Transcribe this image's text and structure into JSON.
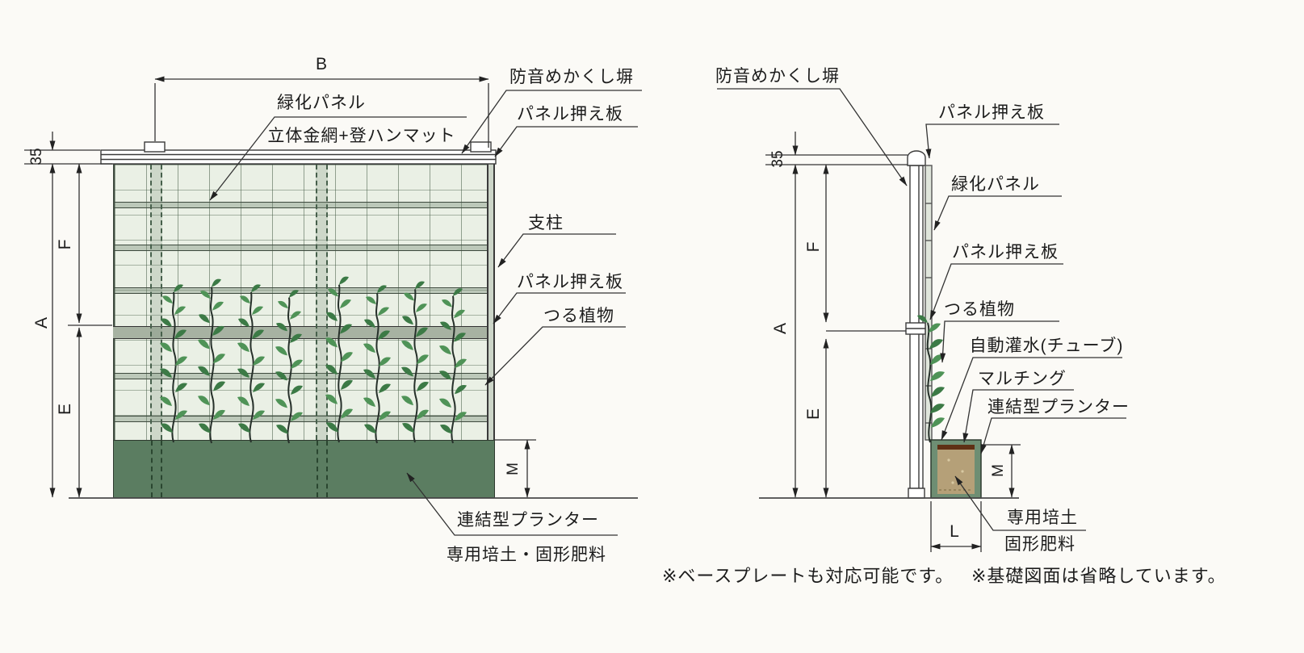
{
  "drawing": {
    "front_view": {
      "dims": {
        "width": "B",
        "offset_top": "35",
        "height_total": "A",
        "height_upper": "F",
        "height_lower": "E",
        "planter_height": "M"
      },
      "labels": {
        "green_panel": "緑化パネル",
        "mesh_mat": "立体金網+登ハンマット",
        "soundproof_fence": "防音めかくし塀",
        "panel_plate_top": "パネル押え板",
        "post": "支柱",
        "panel_plate_mid": "パネル押え板",
        "vine": "つる植物",
        "planter": "連結型プランター",
        "soil_fertilizer": "専用培土・固形肥料"
      }
    },
    "side_view": {
      "dims": {
        "offset_top": "35",
        "height_total": "A",
        "height_upper": "F",
        "height_lower": "E",
        "planter_height": "M",
        "planter_width": "L"
      },
      "labels": {
        "soundproof_fence": "防音めかくし塀",
        "panel_plate_top": "パネル押え板",
        "green_panel": "緑化パネル",
        "panel_plate_mid": "パネル押え板",
        "vine": "つる植物",
        "irrigation": "自動灌水(チューブ)",
        "mulching": "マルチング",
        "planter": "連結型プランター",
        "soil": "専用培土",
        "fertilizer": "固形肥料"
      }
    },
    "notes": {
      "note_baseplate": "※ベースプレートも対応可能です。",
      "note_foundation": "※基礎図面は省略しています。"
    },
    "colors": {
      "panel_fill": "#eaf0e5",
      "grid_line": "#5d715d",
      "planter_front": "#5b7d61",
      "planter_wall": "#6e8e73",
      "soil": "#b5a078",
      "mulch": "#5f3015",
      "leaf_light": "#4f9357",
      "leaf_dark": "#3c7a46",
      "line": "#333333",
      "paper": "#fbfaf6"
    }
  }
}
